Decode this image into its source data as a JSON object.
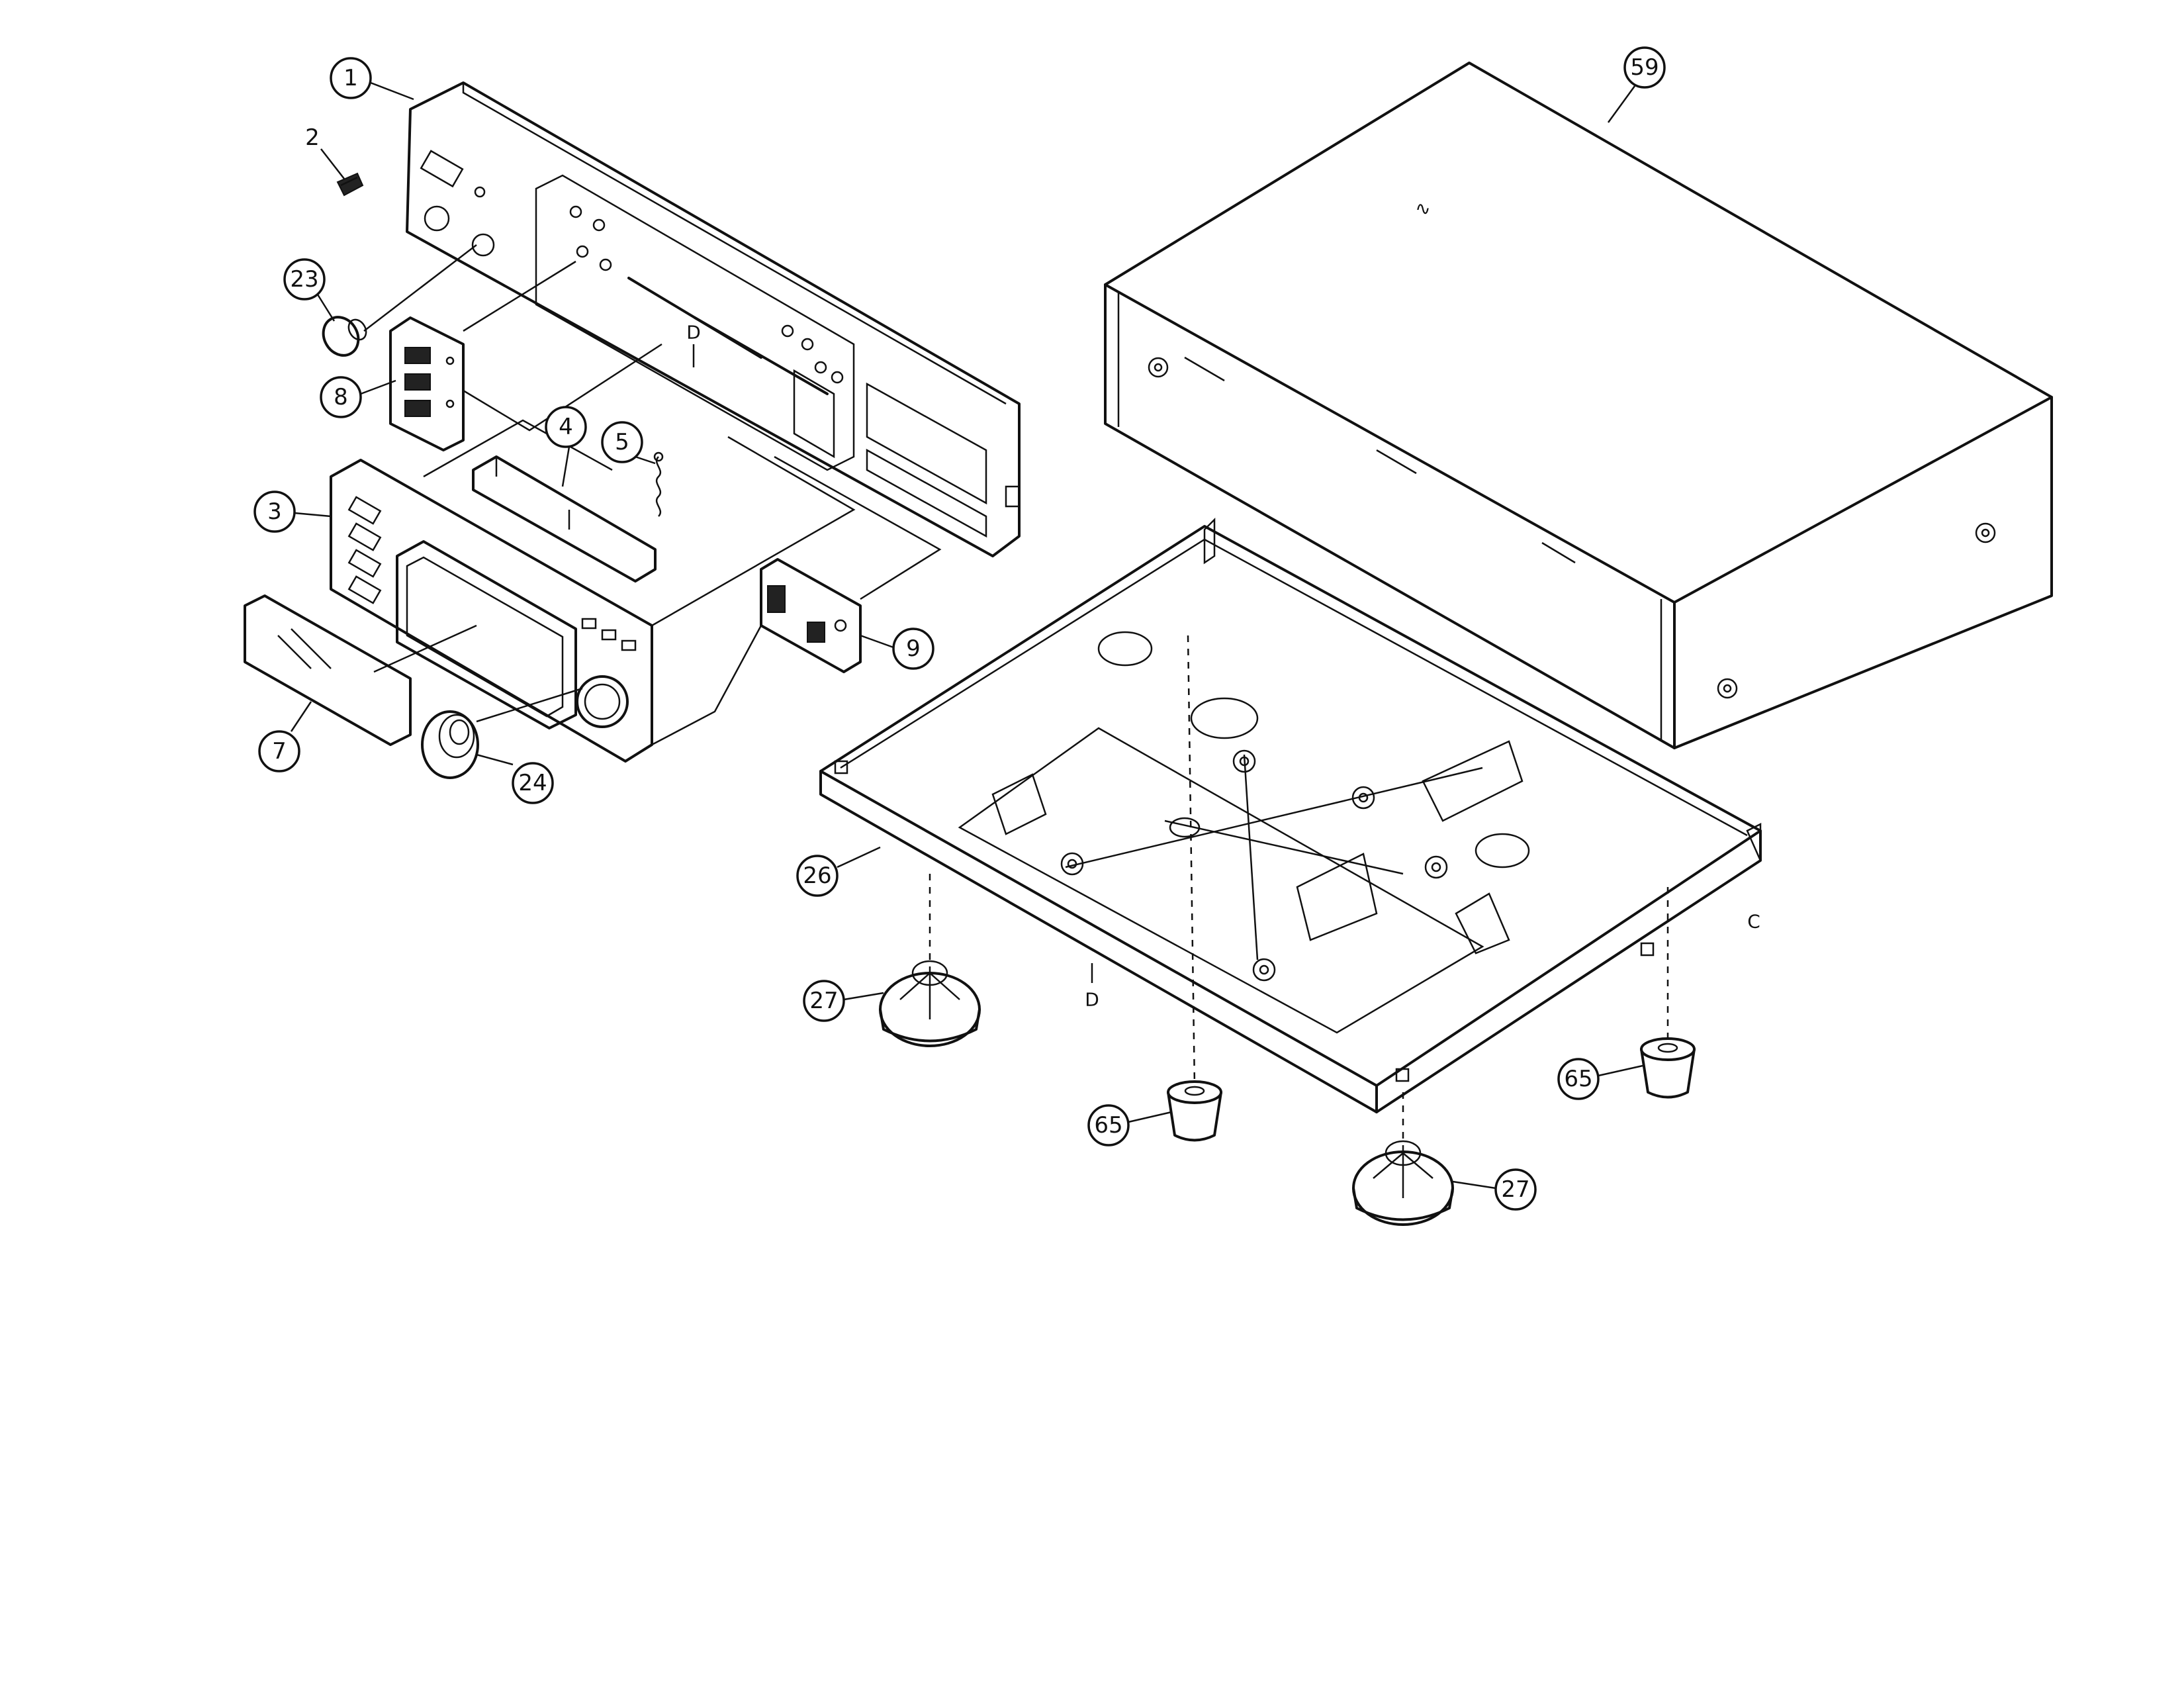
{
  "callouts": {
    "c1": "1",
    "c2": "2",
    "c23": "23",
    "c8": "8",
    "c4": "4",
    "c5": "5",
    "c3": "3",
    "c9": "9",
    "c7": "7",
    "c24": "24",
    "c59": "59",
    "c26": "26",
    "c27a": "27",
    "c27b": "27",
    "c65a": "65",
    "c65b": "65"
  },
  "refs": {
    "d_top": "D",
    "d_bottom": "D",
    "c_right": "C"
  }
}
